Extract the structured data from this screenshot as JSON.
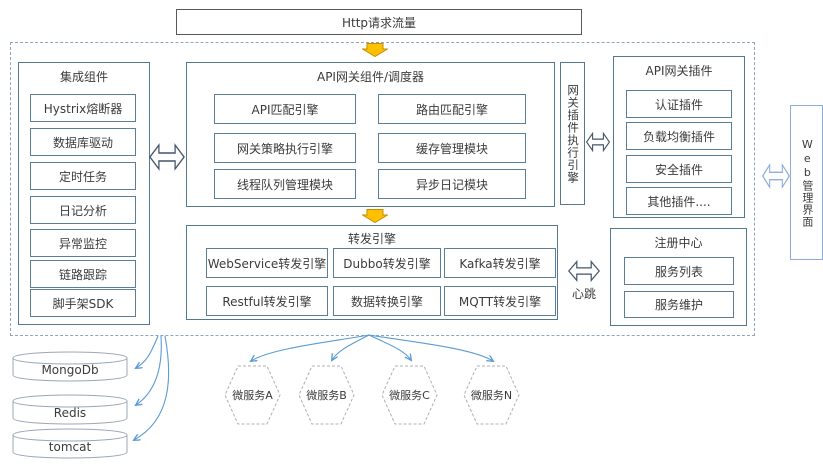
{
  "top": {
    "title": "Http请求流量"
  },
  "integration": {
    "title": "集成组件",
    "items": [
      "Hystrix熔断器",
      "数据库驱动",
      "定时任务",
      "日记分析",
      "异常监控",
      "链路跟踪",
      "脚手架SDK"
    ]
  },
  "gateway": {
    "title": "API网关组件/调度器",
    "items": [
      "API匹配引擎",
      "路由匹配引擎",
      "网关策略执行引擎",
      "缓存管理模块",
      "线程队列管理模块",
      "异步日记模块"
    ]
  },
  "plugin_engine": {
    "title": "网关插件执行引擎"
  },
  "plugins": {
    "title": "API网关插件",
    "items": [
      "认证插件",
      "负载均衡插件",
      "安全插件",
      "其他插件...."
    ]
  },
  "web_admin": {
    "title": "Web管理界面"
  },
  "forward": {
    "title": "转发引擎",
    "items": [
      "WebService转发引擎",
      "Dubbo转发引擎",
      "Kafka转发引擎",
      "Restful转发引擎",
      "数据转换引擎",
      "MQTT转发引擎"
    ]
  },
  "registry": {
    "title": "注册中心",
    "items": [
      "服务列表",
      "服务维护"
    ],
    "link_label": "心跳"
  },
  "datastores": [
    "MongoDb",
    "Redis",
    "tomcat"
  ],
  "microservices": [
    "微服务A",
    "微服务B",
    "微服务C",
    "微服务N"
  ],
  "colors": {
    "accent_orange": "#ffc000",
    "accent_orange_border": "#bf8f00",
    "arrow_blue": "#5b9bd5",
    "panel_border": "#54788f",
    "frame_dash": "#8ca6c0",
    "web_border": "#8faadc"
  }
}
